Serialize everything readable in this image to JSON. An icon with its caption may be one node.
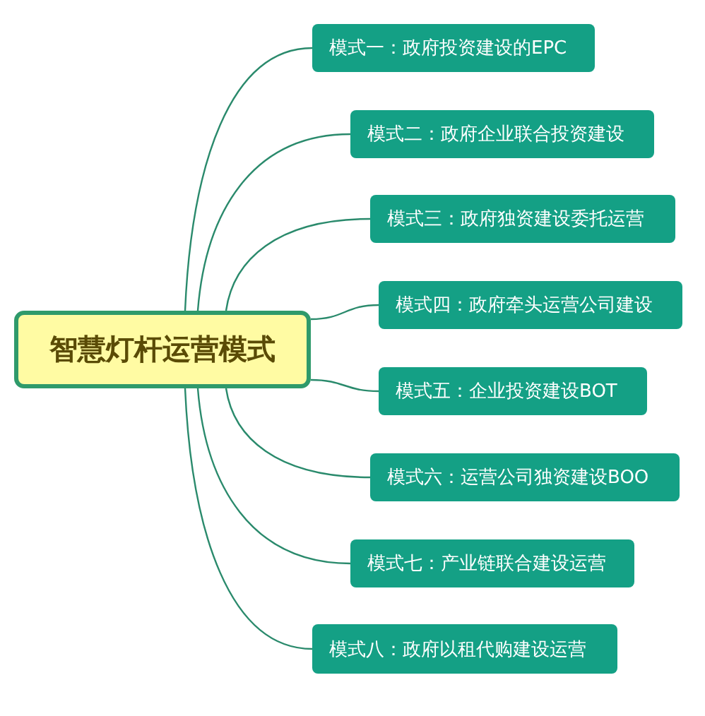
{
  "diagram": {
    "nodes": [
      {
        "text": [
          "智慧灯杆运营模式"
        ]
      },
      {
        "text": [
          "模式一：政府投资建设的EPC"
        ]
      },
      {
        "text": [
          "模式二：政府企业联合投资建设"
        ]
      },
      {
        "text": [
          "模式三：政府独资建设委托运营"
        ]
      },
      {
        "text": [
          "模式四：政府牵头运营公司建设"
        ]
      },
      {
        "text": [
          "模式五：企业投资建设BOT"
        ]
      },
      {
        "text": [
          "模式六：运营公司独资建设BOO"
        ]
      },
      {
        "text": [
          "模式七：产业链联合建设运营"
        ]
      },
      {
        "text": [
          "模式八：政府以租代购建设运营"
        ]
      }
    ],
    "edges": [
      {
        "from": 0,
        "to": 1,
        "arrow": "none"
      },
      {
        "from": 0,
        "to": 2,
        "arrow": "none"
      },
      {
        "from": 0,
        "to": 3,
        "arrow": "none"
      },
      {
        "from": 0,
        "to": 4,
        "arrow": "none"
      },
      {
        "from": 0,
        "to": 5,
        "arrow": "none"
      },
      {
        "from": 0,
        "to": 6,
        "arrow": "none"
      },
      {
        "from": 0,
        "to": 7,
        "arrow": "none"
      },
      {
        "from": 0,
        "to": 8,
        "arrow": "none"
      }
    ]
  }
}
